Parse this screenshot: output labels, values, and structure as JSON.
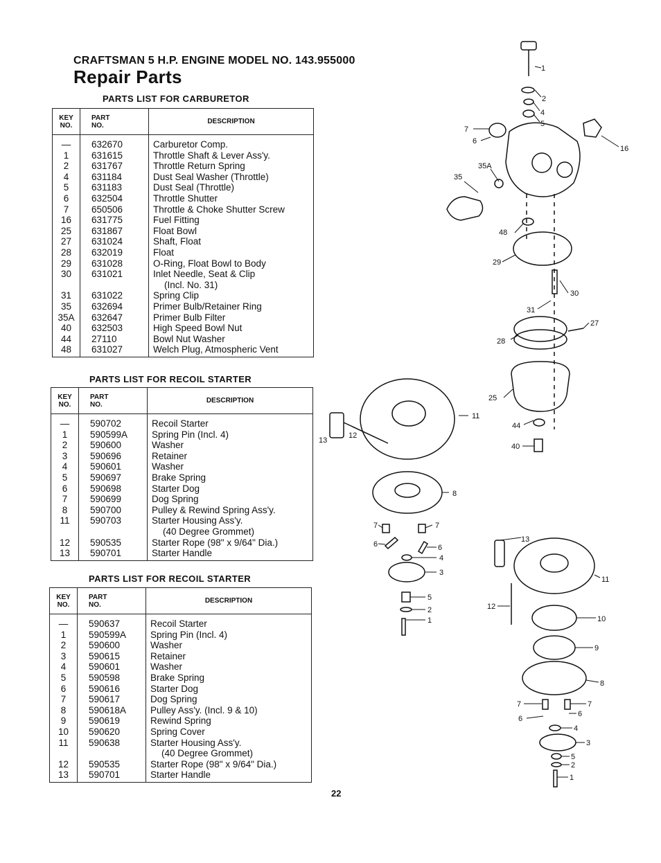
{
  "header": {
    "model_line": "CRAFTSMAN  5 H.P. ENGINE MODEL NO. 143.955000",
    "title": "Repair Parts"
  },
  "columns": {
    "key_line1": "KEY",
    "key_line2": "NO.",
    "part_line1": "PART",
    "part_line2": "NO.",
    "description": "DESCRIPTION"
  },
  "carburetor": {
    "title": "PARTS LIST FOR CARBURETOR",
    "rows": [
      {
        "key": "—",
        "part": "632670",
        "desc": "Carburetor Comp."
      },
      {
        "key": "1",
        "part": "631615",
        "desc": "Throttle Shaft & Lever Ass'y."
      },
      {
        "key": "2",
        "part": "631767",
        "desc": "Throttle Return Spring"
      },
      {
        "key": "4",
        "part": "631184",
        "desc": "Dust Seal Washer (Throttle)"
      },
      {
        "key": "5",
        "part": "631183",
        "desc": "Dust Seal (Throttle)"
      },
      {
        "key": "6",
        "part": "632504",
        "desc": "Throttle Shutter"
      },
      {
        "key": "7",
        "part": "650506",
        "desc": "Throttle & Choke Shutter Screw"
      },
      {
        "key": "16",
        "part": "631775",
        "desc": "Fuel Fitting"
      },
      {
        "key": "25",
        "part": "631867",
        "desc": "Float Bowl"
      },
      {
        "key": "27",
        "part": "631024",
        "desc": "Shaft, Float"
      },
      {
        "key": "28",
        "part": "632019",
        "desc": "Float"
      },
      {
        "key": "29",
        "part": "631028",
        "desc": "O-Ring, Float Bowl to Body"
      },
      {
        "key": "30",
        "part": "631021",
        "desc": "Inlet Needle, Seat & Clip"
      },
      {
        "key": "",
        "part": "",
        "desc": "(Incl. No. 31)",
        "indent": true
      },
      {
        "key": "31",
        "part": "631022",
        "desc": "Spring Clip"
      },
      {
        "key": "35",
        "part": "632694",
        "desc": "Primer Bulb/Retainer Ring"
      },
      {
        "key": "35A",
        "part": "632647",
        "desc": "Primer Bulb Filter"
      },
      {
        "key": "40",
        "part": "632503",
        "desc": "High Speed Bowl Nut"
      },
      {
        "key": "44",
        "part": "27110",
        "desc": "Bowl Nut Washer"
      },
      {
        "key": "48",
        "part": "631027",
        "desc": "Welch Plug, Atmospheric Vent"
      }
    ]
  },
  "recoil1": {
    "title": "PARTS LIST FOR RECOIL STARTER",
    "rows": [
      {
        "key": "—",
        "part": "590702",
        "desc": "Recoil Starter"
      },
      {
        "key": "1",
        "part": "590599A",
        "desc": "Spring Pin (Incl. 4)"
      },
      {
        "key": "2",
        "part": "590600",
        "desc": "Washer"
      },
      {
        "key": "3",
        "part": "590696",
        "desc": "Retainer"
      },
      {
        "key": "4",
        "part": "590601",
        "desc": "Washer"
      },
      {
        "key": "5",
        "part": "590697",
        "desc": "Brake Spring"
      },
      {
        "key": "6",
        "part": "590698",
        "desc": "Starter Dog"
      },
      {
        "key": "7",
        "part": "590699",
        "desc": "Dog Spring"
      },
      {
        "key": "8",
        "part": "590700",
        "desc": "Pulley & Rewind Spring Ass'y."
      },
      {
        "key": "11",
        "part": "590703",
        "desc": "Starter Housing Ass'y."
      },
      {
        "key": "",
        "part": "",
        "desc": "(40 Degree Grommet)",
        "indent": true
      },
      {
        "key": "12",
        "part": "590535",
        "desc": "Starter Rope (98\" x 9/64\" Dia.)"
      },
      {
        "key": "13",
        "part": "590701",
        "desc": "Starter Handle"
      }
    ]
  },
  "recoil2": {
    "title": "PARTS LIST FOR RECOIL STARTER",
    "rows": [
      {
        "key": "—",
        "part": "590637",
        "desc": "Recoil Starter"
      },
      {
        "key": "1",
        "part": "590599A",
        "desc": "Spring Pin (Incl. 4)"
      },
      {
        "key": "2",
        "part": "590600",
        "desc": "Washer"
      },
      {
        "key": "3",
        "part": "590615",
        "desc": "Retainer"
      },
      {
        "key": "4",
        "part": "590601",
        "desc": "Washer"
      },
      {
        "key": "5",
        "part": "590598",
        "desc": "Brake Spring"
      },
      {
        "key": "6",
        "part": "590616",
        "desc": "Starter Dog"
      },
      {
        "key": "7",
        "part": "590617",
        "desc": "Dog Spring"
      },
      {
        "key": "8",
        "part": "590618A",
        "desc": "Pulley Ass'y. (Incl. 9 & 10)"
      },
      {
        "key": "9",
        "part": "590619",
        "desc": "Rewind Spring"
      },
      {
        "key": "10",
        "part": "590620",
        "desc": "Spring Cover"
      },
      {
        "key": "11",
        "part": "590638",
        "desc": "Starter Housing Ass'y."
      },
      {
        "key": "",
        "part": "",
        "desc": "(40 Degree Grommet)",
        "indent": true
      },
      {
        "key": "12",
        "part": "590535",
        "desc": "Starter Rope (98\" x 9/64\" Dia.)"
      },
      {
        "key": "13",
        "part": "590701",
        "desc": "Starter Handle"
      }
    ]
  },
  "diagram_labels": {
    "carb": [
      "1",
      "2",
      "4",
      "5",
      "7",
      "6",
      "16",
      "35A",
      "35",
      "48",
      "29",
      "30",
      "31",
      "27",
      "28",
      "25",
      "44",
      "40"
    ],
    "recoil1": [
      "11",
      "13",
      "12",
      "8",
      "7",
      "7",
      "6",
      "6",
      "4",
      "3",
      "5",
      "2",
      "1"
    ],
    "recoil2": [
      "13",
      "11",
      "12",
      "10",
      "9",
      "8",
      "7",
      "7",
      "6",
      "6",
      "4",
      "3",
      "5",
      "2",
      "1"
    ]
  },
  "page_number": "22"
}
